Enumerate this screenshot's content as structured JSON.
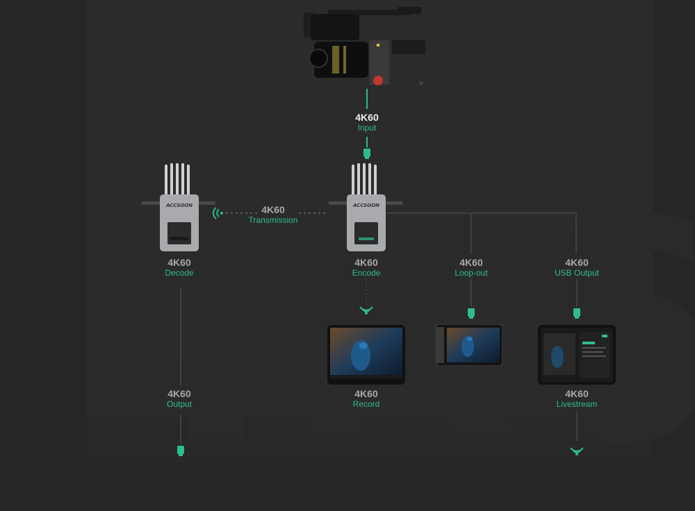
{
  "nodes": {
    "input": {
      "value": "4K60",
      "label": "Input"
    },
    "transmission": {
      "value": "4K60",
      "label": "Transmission"
    },
    "decode": {
      "value": "4K60",
      "label": "Decode"
    },
    "encode": {
      "value": "4K60",
      "label": "Encode"
    },
    "loop_out": {
      "value": "4K60",
      "label": "Loop-out"
    },
    "usb_output": {
      "value": "4K60",
      "label": "USB Output"
    },
    "output": {
      "value": "4K60",
      "label": "Output"
    },
    "record": {
      "value": "4K60",
      "label": "Record"
    },
    "livestream": {
      "value": "4K60",
      "label": "Livestream"
    }
  },
  "brand_text": "ACCSOON",
  "watermark_text": "4K60",
  "colors": {
    "background": "#262626",
    "accent": "#2fbd8c",
    "line": "#5a5a5a",
    "device_body": "#a8aaad",
    "antenna": "#cfd1d3"
  },
  "icons": [
    "camera-icon",
    "transmitter-icon",
    "receiver-icon",
    "wireless-icon",
    "connector-icon",
    "tablet-icon",
    "monitor-icon"
  ]
}
